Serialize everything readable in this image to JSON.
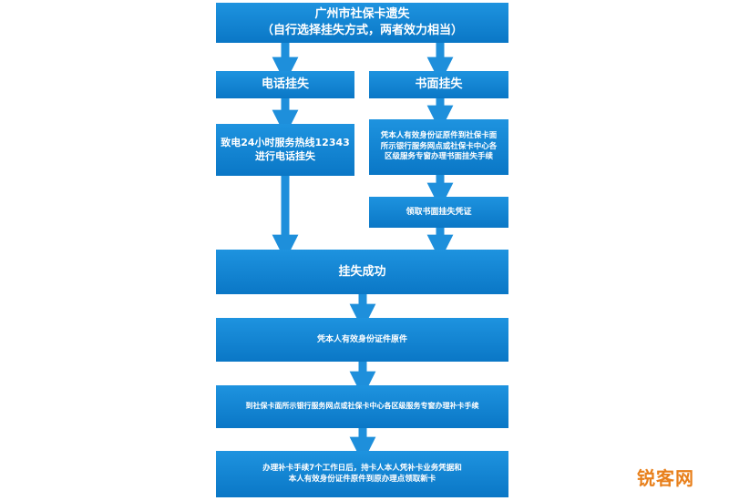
{
  "colors": {
    "box": "#0b7ccc",
    "arrow": "#1e8fdb",
    "watermark": "#e8801c"
  },
  "flowchart": {
    "title_line1": "广州市社保卡遗失",
    "title_line2": "（自行选择挂失方式，两者效力相当）",
    "phone_branch": {
      "header": "电话挂失",
      "step": "致电24小时服务热线12343\n进行电话挂失"
    },
    "written_branch": {
      "header": "书面挂失",
      "step": "凭本人有效身份证原件到社保卡面\n所示银行服务网点或社保卡中心各\n区级服务专窗办理书面挂失手续",
      "receipt": "领取书面挂失凭证"
    },
    "success": "挂失成功",
    "reissue_steps": [
      "凭本人有效身份证件原件",
      "到社保卡面所示银行服务网点或社保卡中心各区级服务专窗办理补卡手续",
      "办理补卡手续7个工作日后，持卡人本人凭补卡业务凭据和\n本人有效身份证件原件到原办理点领取新卡"
    ]
  },
  "watermark": "锐客网"
}
